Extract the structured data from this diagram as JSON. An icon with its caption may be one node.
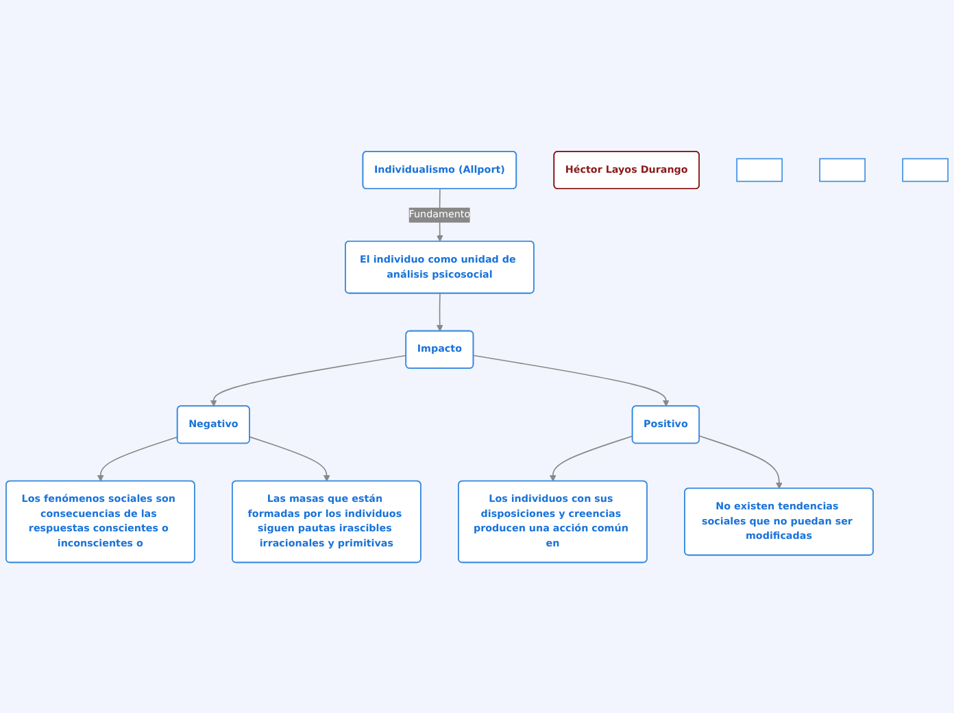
{
  "diagram": {
    "nodes": [
      {
        "text": [
          "Individualismo (Allport)"
        ]
      },
      {
        "text": [
          "El individuo como unidad de análisis psicosocial"
        ]
      },
      {
        "text": [
          "Impacto"
        ]
      },
      {
        "text": [
          "Negativo"
        ]
      },
      {
        "text": [
          "Positivo"
        ]
      },
      {
        "text": [
          "Los fenómenos sociales son consecuencias de las respuestas conscientes o inconscientes o"
        ]
      },
      {
        "text": [
          "Las masas que están formadas por los individuos siguen pautas irascibles irracionales y primitivas"
        ]
      },
      {
        "text": [
          "Los individuos con sus disposiciones y creencias producen una acción común en"
        ]
      },
      {
        "text": [
          "No existen tendencias sociales que no puedan ser modificadas"
        ]
      },
      {
        "text": [
          "Héctor Layos Durango"
        ]
      },
      {
        "text": [],
        "shape": "box"
      },
      {
        "text": [],
        "shape": "box"
      },
      {
        "text": [],
        "shape": "box"
      }
    ],
    "edges": [
      {
        "from": 0,
        "to": 1,
        "arrow": "to",
        "label": "Fundamento"
      },
      {
        "from": 1,
        "to": 2,
        "arrow": "to"
      },
      {
        "from": 2,
        "to": 3,
        "arrow": "to"
      },
      {
        "from": 2,
        "to": 4,
        "arrow": "to"
      },
      {
        "from": 3,
        "to": 5,
        "arrow": "to"
      },
      {
        "from": 3,
        "to": 6,
        "arrow": "to"
      },
      {
        "from": 4,
        "to": 7,
        "arrow": "to"
      },
      {
        "from": 4,
        "to": 8,
        "arrow": "to"
      }
    ]
  }
}
